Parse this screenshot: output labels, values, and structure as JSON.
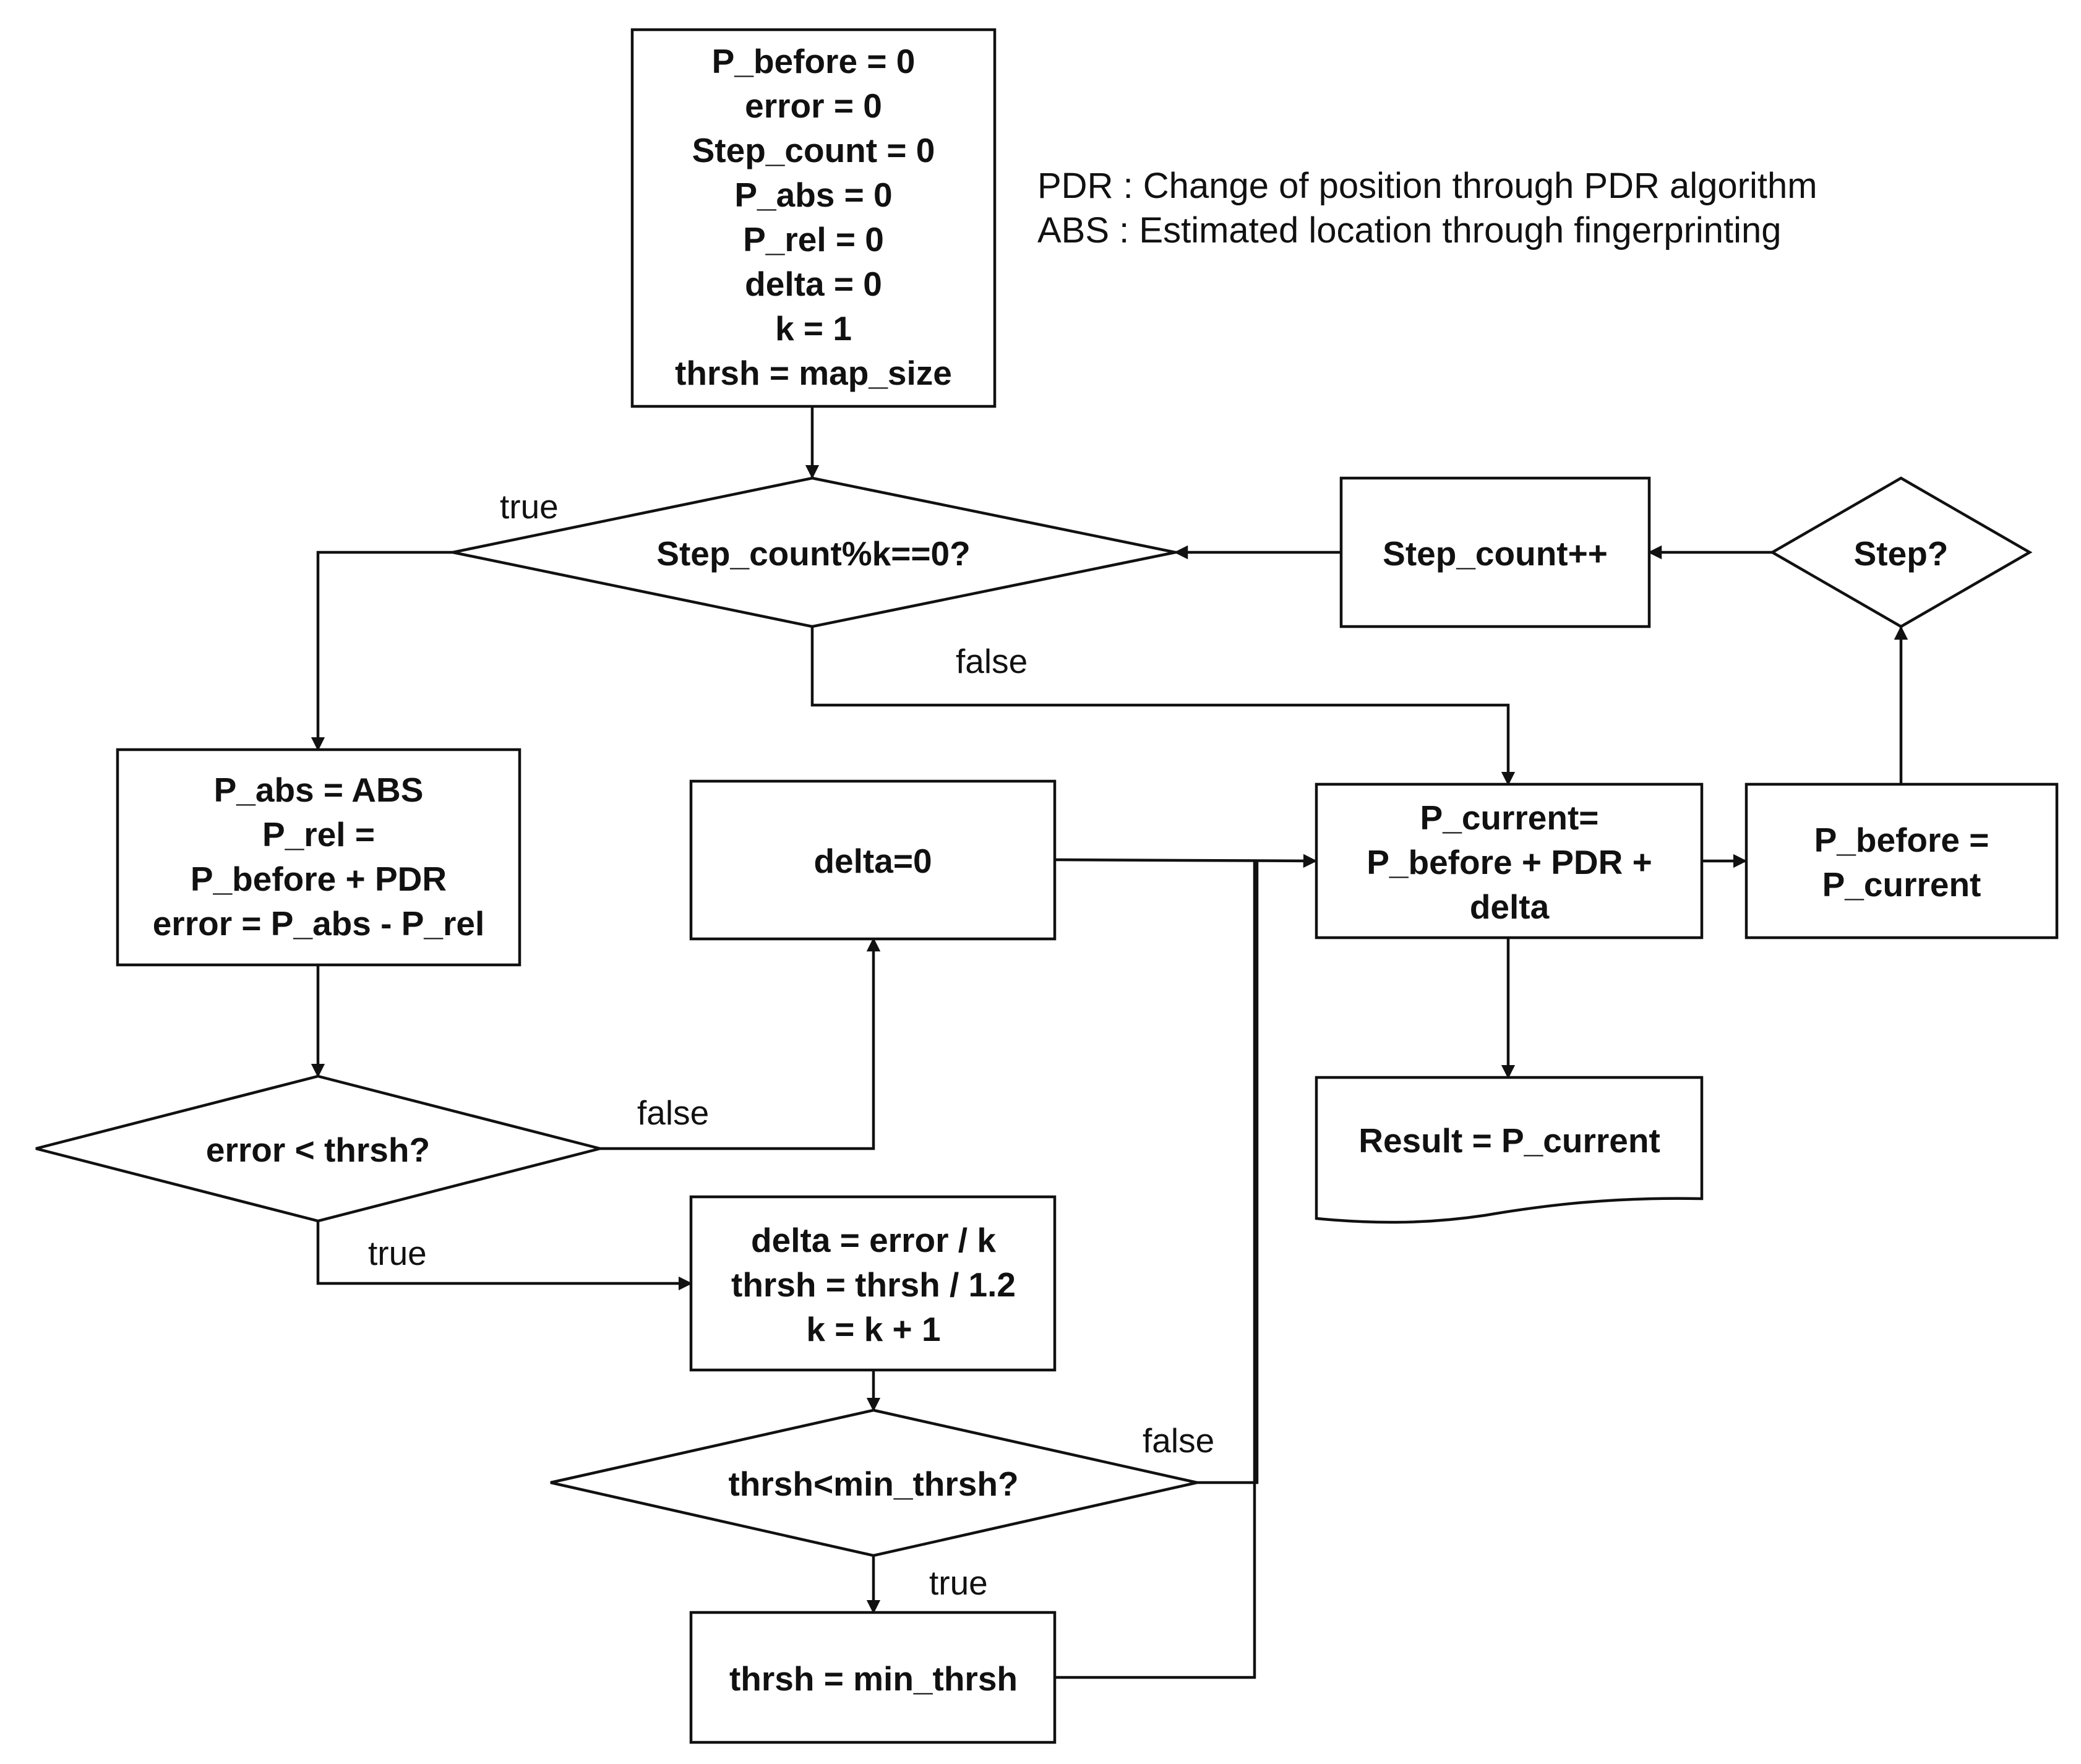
{
  "legend": {
    "pdr": "PDR : Change of position through PDR algorithm",
    "abs": "ABS : Estimated location through fingerprinting"
  },
  "nodes": {
    "init": {
      "lines": [
        "P_before = 0",
        "error = 0",
        "Step_count = 0",
        "P_abs = 0",
        "P_rel = 0",
        "delta = 0",
        "k = 1",
        "thrsh = map_size"
      ]
    },
    "step_count_check": {
      "lines": [
        "Step_count%k==0?"
      ]
    },
    "step_count_inc": {
      "lines": [
        "Step_count++"
      ]
    },
    "step_decision": {
      "lines": [
        "Step?"
      ]
    },
    "compute_abs": {
      "lines": [
        "P_abs = ABS",
        "P_rel =",
        "P_before + PDR",
        "error = P_abs - P_rel"
      ]
    },
    "delta_zero": {
      "lines": [
        "delta=0"
      ]
    },
    "p_current": {
      "lines": [
        "P_current=",
        "P_before + PDR +",
        "delta"
      ]
    },
    "p_before_update": {
      "lines": [
        "P_before =",
        "P_current"
      ]
    },
    "result": {
      "lines": [
        "Result = P_current"
      ]
    },
    "error_check": {
      "lines": [
        "error < thrsh?"
      ]
    },
    "update_params": {
      "lines": [
        "delta = error / k",
        "thrsh = thrsh / 1.2",
        "k = k + 1"
      ]
    },
    "thrsh_check": {
      "lines": [
        "thrsh<min_thrsh?"
      ]
    },
    "thrsh_min": {
      "lines": [
        "thrsh = min_thrsh"
      ]
    }
  },
  "edge_labels": {
    "step_true": "true",
    "step_false": "false",
    "error_false": "false",
    "error_true": "true",
    "thrsh_false": "false",
    "thrsh_true": "true"
  },
  "colors": {
    "stroke": "#111111",
    "background": "#ffffff"
  }
}
